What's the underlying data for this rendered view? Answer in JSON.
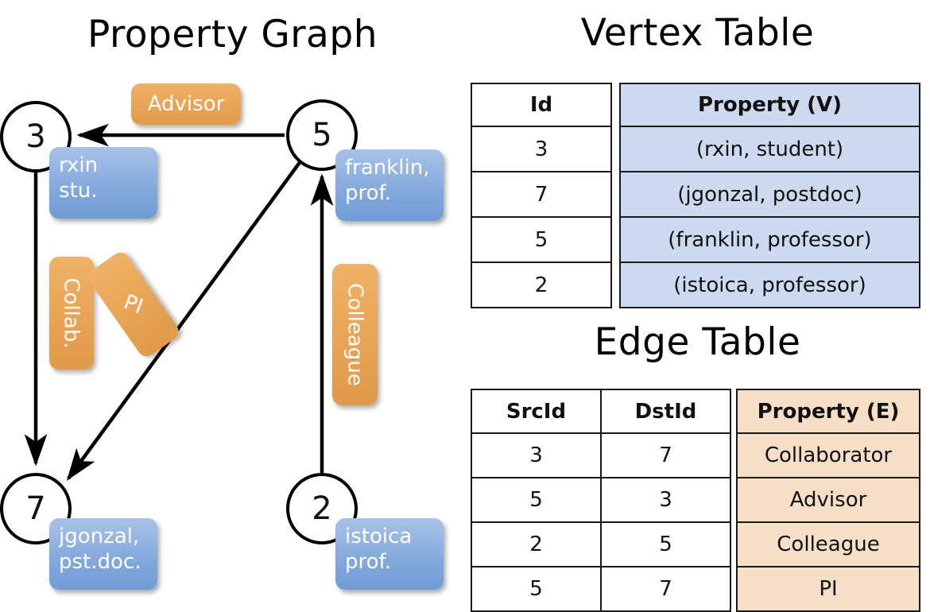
{
  "titles": {
    "graph": "Property Graph",
    "vertex": "Vertex Table",
    "edge": "Edge Table"
  },
  "colors": {
    "vertex_property_fill": "#ccd9ef",
    "edge_property_fill": "#f6dfc6",
    "vertex_box": "#85aadd",
    "edge_label_box": "#e8a355",
    "stroke": "#000000"
  },
  "graph": {
    "nodes": [
      {
        "id": "3",
        "property_line1": "rxin",
        "property_line2": "stu."
      },
      {
        "id": "5",
        "property_line1": "franklin,",
        "property_line2": "prof."
      },
      {
        "id": "7",
        "property_line1": "jgonzal,",
        "property_line2": "pst.doc."
      },
      {
        "id": "2",
        "property_line1": "istoica",
        "property_line2": "prof."
      }
    ],
    "edge_labels": [
      {
        "name": "advisor",
        "text": "Advisor"
      },
      {
        "name": "collaborator",
        "text": "Collab."
      },
      {
        "name": "pi",
        "text": "PI"
      },
      {
        "name": "colleague",
        "text": "Colleague"
      }
    ]
  },
  "vertex_table": {
    "headers": [
      "Id",
      "Property (V)"
    ],
    "rows": [
      {
        "id": "3",
        "property": "(rxin, student)"
      },
      {
        "id": "7",
        "property": "(jgonzal, postdoc)"
      },
      {
        "id": "5",
        "property": "(franklin, professor)"
      },
      {
        "id": "2",
        "property": "(istoica, professor)"
      }
    ]
  },
  "edge_table": {
    "headers": [
      "SrcId",
      "DstId",
      "Property (E)"
    ],
    "rows": [
      {
        "src": "3",
        "dst": "7",
        "property": "Collaborator"
      },
      {
        "src": "5",
        "dst": "3",
        "property": "Advisor"
      },
      {
        "src": "2",
        "dst": "5",
        "property": "Colleague"
      },
      {
        "src": "5",
        "dst": "7",
        "property": "PI"
      }
    ]
  }
}
